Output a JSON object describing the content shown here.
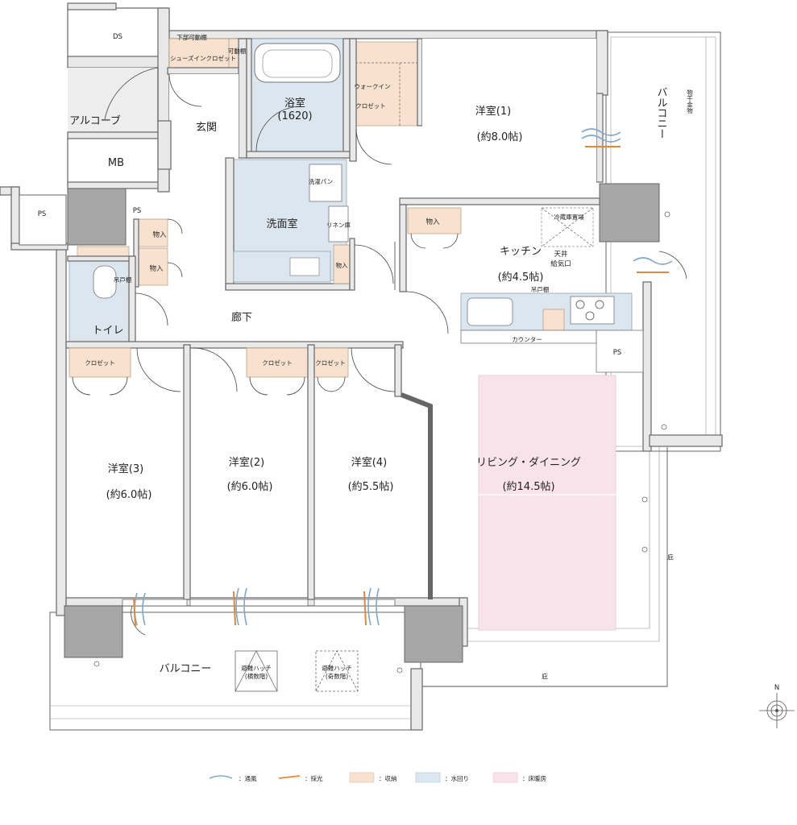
{
  "rooms": {
    "ds": "DS",
    "alcove": "アルコーブ",
    "mb": "MB",
    "ps_left": "PS",
    "ps_top": "PS",
    "shoe_lower": "下部可動棚",
    "shoe_closet": "シューズインクロゼット",
    "movable_shelf": "可動棚",
    "entrance": "玄関",
    "bath": "浴室",
    "bath_size": "(1620)",
    "walkin_1": "ウォークイン",
    "walkin_2": "クロゼット",
    "room1": "洋室(1)",
    "room1_size": "(約8.0帖)",
    "washroom": "洗面室",
    "wash_pan": "洗濯パン",
    "linen": "リネン庫",
    "storage_1": "物入",
    "storage_2": "物入",
    "storage_3": "物入",
    "storage_kitchen": "物入",
    "hanging_toilet": "吊戸棚",
    "toilet": "トイレ",
    "corridor": "廊下",
    "kitchen": "キッチン",
    "kitchen_size": "(約4.5帖)",
    "fridge": "冷蔵庫置場",
    "ceiling_vent_1": "天井",
    "ceiling_vent_2": "給気口",
    "hanging_kitchen": "吊戸棚",
    "counter": "カウンター",
    "ps_kitchen": "PS",
    "closet_3": "クロゼット",
    "closet_2": "クロゼット",
    "closet_4": "クロゼット",
    "room3": "洋室(3)",
    "room3_size": "(約6.0帖)",
    "room2": "洋室(2)",
    "room2_size": "(約6.0帖)",
    "room4": "洋室(4)",
    "room4_size": "(約5.5帖)",
    "living": "リビング・ダイニング",
    "living_size": "(約14.5帖)",
    "balcony_right": "バルコニー",
    "laundry_hardware": "物干金物",
    "eaves_right": "庇",
    "balcony_bottom": "バルコニー",
    "hatch_up_1": "避難ハッチ",
    "hatch_up_2": "(横数階)",
    "hatch_down_1": "避難ハッチ",
    "hatch_down_2": "(奇数階)",
    "eaves_bottom": "庇"
  },
  "compass": {
    "north": "N"
  },
  "legend": [
    {
      "label": "：通風",
      "color": "#7fa7cc"
    },
    {
      "label": "：採光",
      "color": "#e0893a"
    },
    {
      "label": "：収納",
      "color": "#f8e2cf"
    },
    {
      "label": "：水回り",
      "color": "#dce6ee"
    },
    {
      "label": "：床暖房",
      "color": "#f9e3ea"
    }
  ]
}
